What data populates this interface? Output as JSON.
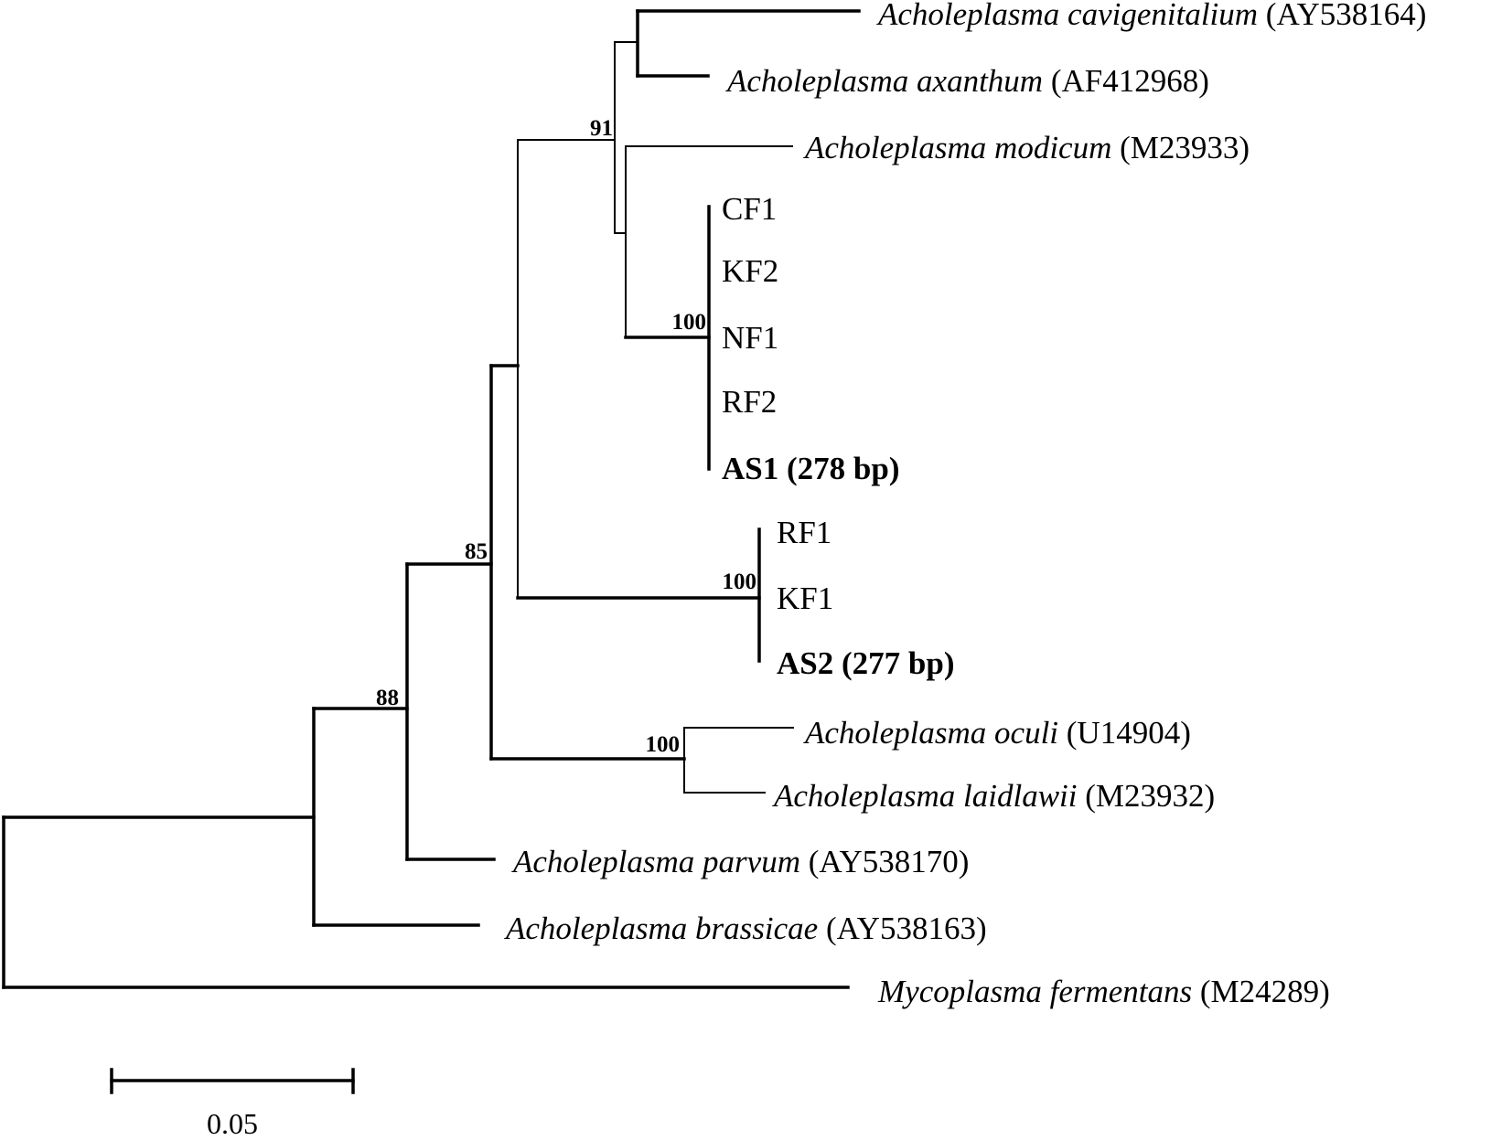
{
  "tree": {
    "leaves": [
      {
        "id": "cavigenitalium",
        "taxon": "Acholeplasma cavigenitalium",
        "accession": "(AY538164)"
      },
      {
        "id": "axanthum",
        "taxon": "Acholeplasma axanthum",
        "accession": "(AF412968)"
      },
      {
        "id": "modicum",
        "taxon": "Acholeplasma modicum",
        "accession": "(M23933)"
      },
      {
        "id": "cf1",
        "taxon": "",
        "accession": "CF1"
      },
      {
        "id": "kf2",
        "taxon": "",
        "accession": "KF2"
      },
      {
        "id": "nf1",
        "taxon": "",
        "accession": "NF1"
      },
      {
        "id": "rf2",
        "taxon": "",
        "accession": "RF2"
      },
      {
        "id": "as1",
        "taxon": "",
        "accession": "AS1 (278 bp)",
        "bold": true
      },
      {
        "id": "rf1",
        "taxon": "",
        "accession": "RF1"
      },
      {
        "id": "kf1",
        "taxon": "",
        "accession": "KF1"
      },
      {
        "id": "as2",
        "taxon": "",
        "accession": "AS2 (277 bp)",
        "bold": true
      },
      {
        "id": "oculi",
        "taxon": "Acholeplasma oculi",
        "accession": "(U14904)"
      },
      {
        "id": "laidlawii",
        "taxon": "Acholeplasma laidlawii",
        "accession": "(M23932)"
      },
      {
        "id": "parvum",
        "taxon": "Acholeplasma parvum",
        "accession": "(AY538170)"
      },
      {
        "id": "brassicae",
        "taxon": "Acholeplasma brassicae",
        "accession": "(AY538163)"
      },
      {
        "id": "fermentans",
        "taxon": "Mycoplasma fermentans",
        "accession": "(M24289)"
      }
    ],
    "bootstrap": [
      {
        "id": "node-ax-mod",
        "value": "91"
      },
      {
        "id": "node-as1-clade",
        "value": "100"
      },
      {
        "id": "node-as2-clade",
        "value": "100"
      },
      {
        "id": "node-85",
        "value": "85"
      },
      {
        "id": "node-88",
        "value": "88"
      },
      {
        "id": "node-oculi-laid",
        "value": "100"
      }
    ],
    "scale_bar": {
      "label": "0.05",
      "units": 0.05
    }
  }
}
